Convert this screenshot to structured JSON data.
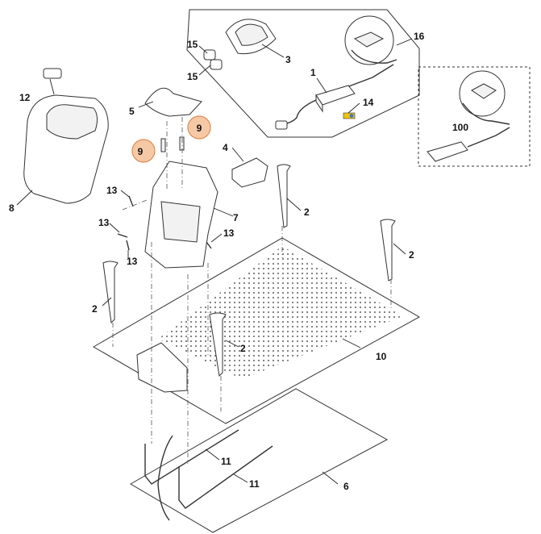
{
  "labels": {
    "p1": "1",
    "p2a": "2",
    "p2b": "2",
    "p2c": "2",
    "p2d": "2",
    "p3": "3",
    "p4": "4",
    "p5": "5",
    "p6": "6",
    "p7": "7",
    "p8": "8",
    "p9a": "9",
    "p9b": "9",
    "p10": "10",
    "p11a": "11",
    "p11b": "11",
    "p12": "12",
    "p13a": "13",
    "p13b": "13",
    "p13c": "13",
    "p13d": "13",
    "p14": "14",
    "p15a": "15",
    "p15b": "15",
    "p16": "16",
    "p100": "100"
  },
  "colors": {
    "highlight_fill": "#f6c9a6",
    "highlight_stroke": "#e08a50",
    "line": "#333333"
  }
}
